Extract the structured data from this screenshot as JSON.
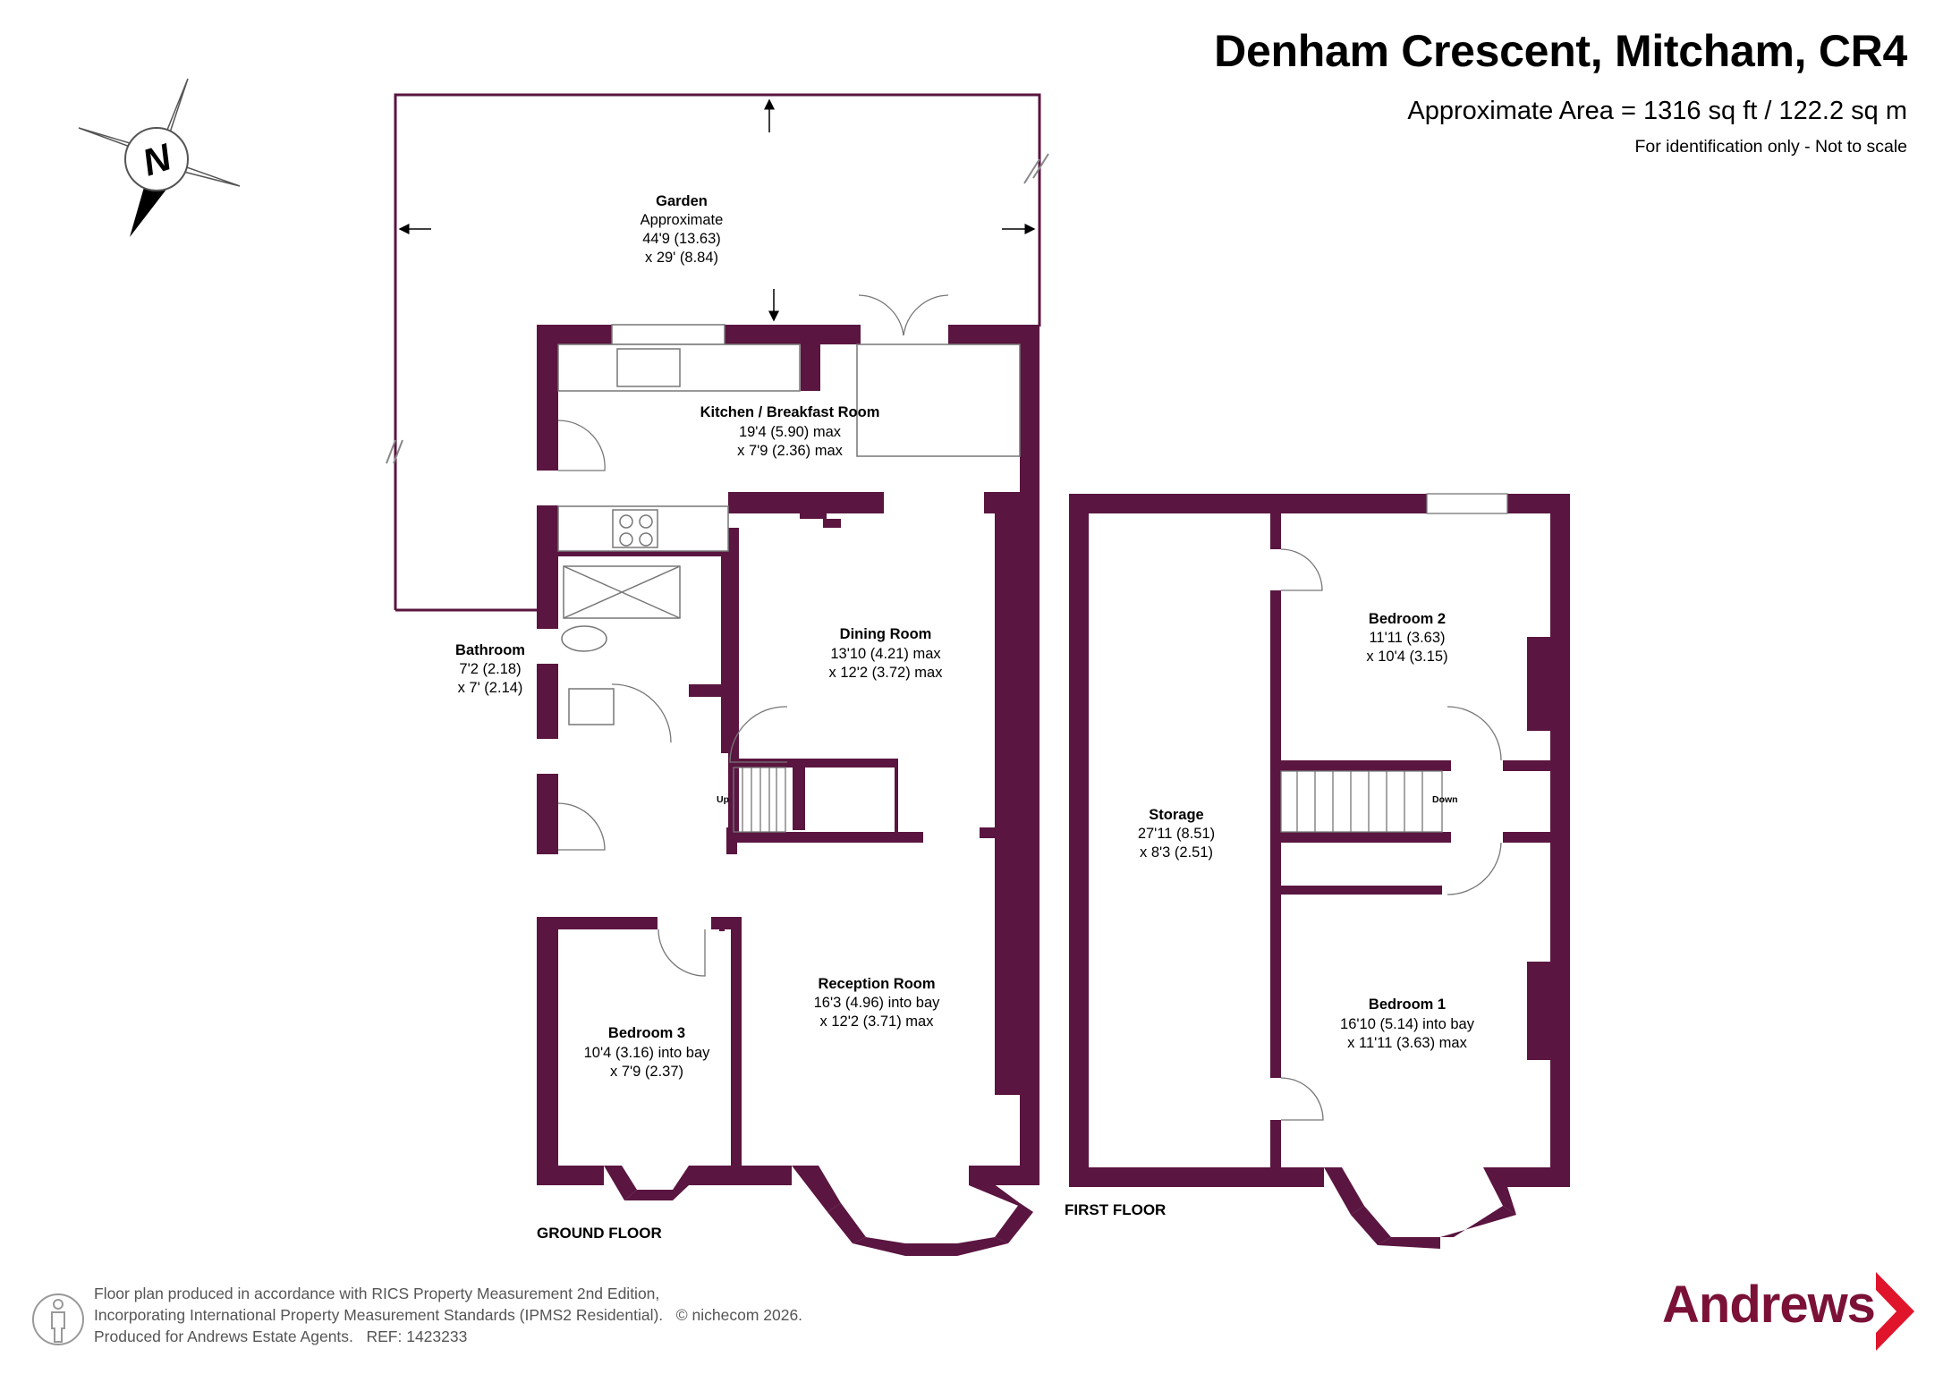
{
  "header": {
    "title": "Denham Crescent, Mitcham, CR4",
    "area": "Approximate Area = 1316 sq ft / 122.2 sq m",
    "note": "For identification only - Not to scale"
  },
  "compass": {
    "letter": "N"
  },
  "colors": {
    "wall": "#5a1540",
    "brand": "#7b1137",
    "brand_accent": "#e0142b"
  },
  "floors": {
    "ground": "GROUND FLOOR",
    "first": "FIRST FLOOR"
  },
  "rooms": {
    "garden": {
      "name": "Garden",
      "l1": "Approximate",
      "l2": "44'9 (13.63)",
      "l3": "x 29' (8.84)"
    },
    "kitchen": {
      "name": "Kitchen / Breakfast Room",
      "l1": "19'4 (5.90) max",
      "l2": "x 7'9 (2.36) max"
    },
    "bathroom": {
      "name": "Bathroom",
      "l1": "7'2 (2.18)",
      "l2": "x 7' (2.14)"
    },
    "dining": {
      "name": "Dining Room",
      "l1": "13'10 (4.21) max",
      "l2": "x 12'2 (3.72) max"
    },
    "reception": {
      "name": "Reception Room",
      "l1": "16'3 (4.96) into bay",
      "l2": "x 12'2 (3.71) max"
    },
    "bedroom3": {
      "name": "Bedroom 3",
      "l1": "10'4 (3.16) into bay",
      "l2": "x 7'9 (2.37)"
    },
    "storage": {
      "name": "Storage",
      "l1": "27'11 (8.51)",
      "l2": "x 8'3 (2.51)"
    },
    "bedroom2": {
      "name": "Bedroom 2",
      "l1": "11'11 (3.63)",
      "l2": "x 10'4 (3.15)"
    },
    "bedroom1": {
      "name": "Bedroom 1",
      "l1": "16'10 (5.14) into bay",
      "l2": "x 11'11 (3.63) max"
    }
  },
  "stairs": {
    "up": "Up",
    "down": "Down"
  },
  "footer": {
    "line1": "Floor plan produced in accordance with RICS Property Measurement 2nd Edition,",
    "line2": "Incorporating International Property Measurement Standards (IPMS2 Residential).   © nichecom 2026.",
    "line3": "Produced for Andrews Estate Agents.   REF: 1423233"
  },
  "brand": {
    "name": "Andrews"
  }
}
